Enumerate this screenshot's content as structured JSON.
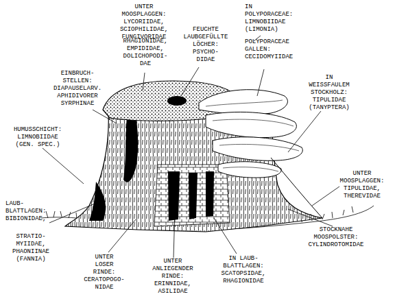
{
  "diagram": {
    "labels": [
      "UNTER MOOSPLAGGEN: LYCORIIDAE, SCIOPHILIDAE, FUNGIVORIDAE",
      "RHAGIONIDAE, EMPIDIDAE, DOLICHOPODI- DAE",
      "FEUCHTE LAUBGEFÜLLTE LÖCHER: PSYCHO- DIDAE",
      "IN POLYPORACEAE: LIMNOBIIDAE (LIMONIA)",
      "POLYPORACEAE GALLEN: CECIDOMYIIDAE",
      "EINBRUCH- STELLEN: DIAPAUSELARV. APHIDIVORER SYRPHINAE",
      "IN WEISSFAULEM STOCKHOLZ: TIPULIDAE (TANYPTERA)",
      "HUMUSSCHICHT: LIMNOBIIDAE (GEN. SPEC.)",
      "UNTER MOOSPLAGGEN: TIPULIDAE, THEREVIDAE",
      "LAUB- BLATTLAGEN: BIBIONIDAE,",
      "STRATIO- MYIIDAE, PHAONIINAE (FANNIA)",
      "STOCKNAHE MOOSPOLSTER: CYLINDROTOMIDAE",
      "UNTER LOSER RINDE: CERATOPOGO- NIDAE",
      "UNTER ANLIEGENDER RINDE: ERINNIDAE, ASILIDAE",
      "IN LAUB- BLATTLAGEN: SCATOPSIDAE, RHAGIONIDAE"
    ]
  }
}
